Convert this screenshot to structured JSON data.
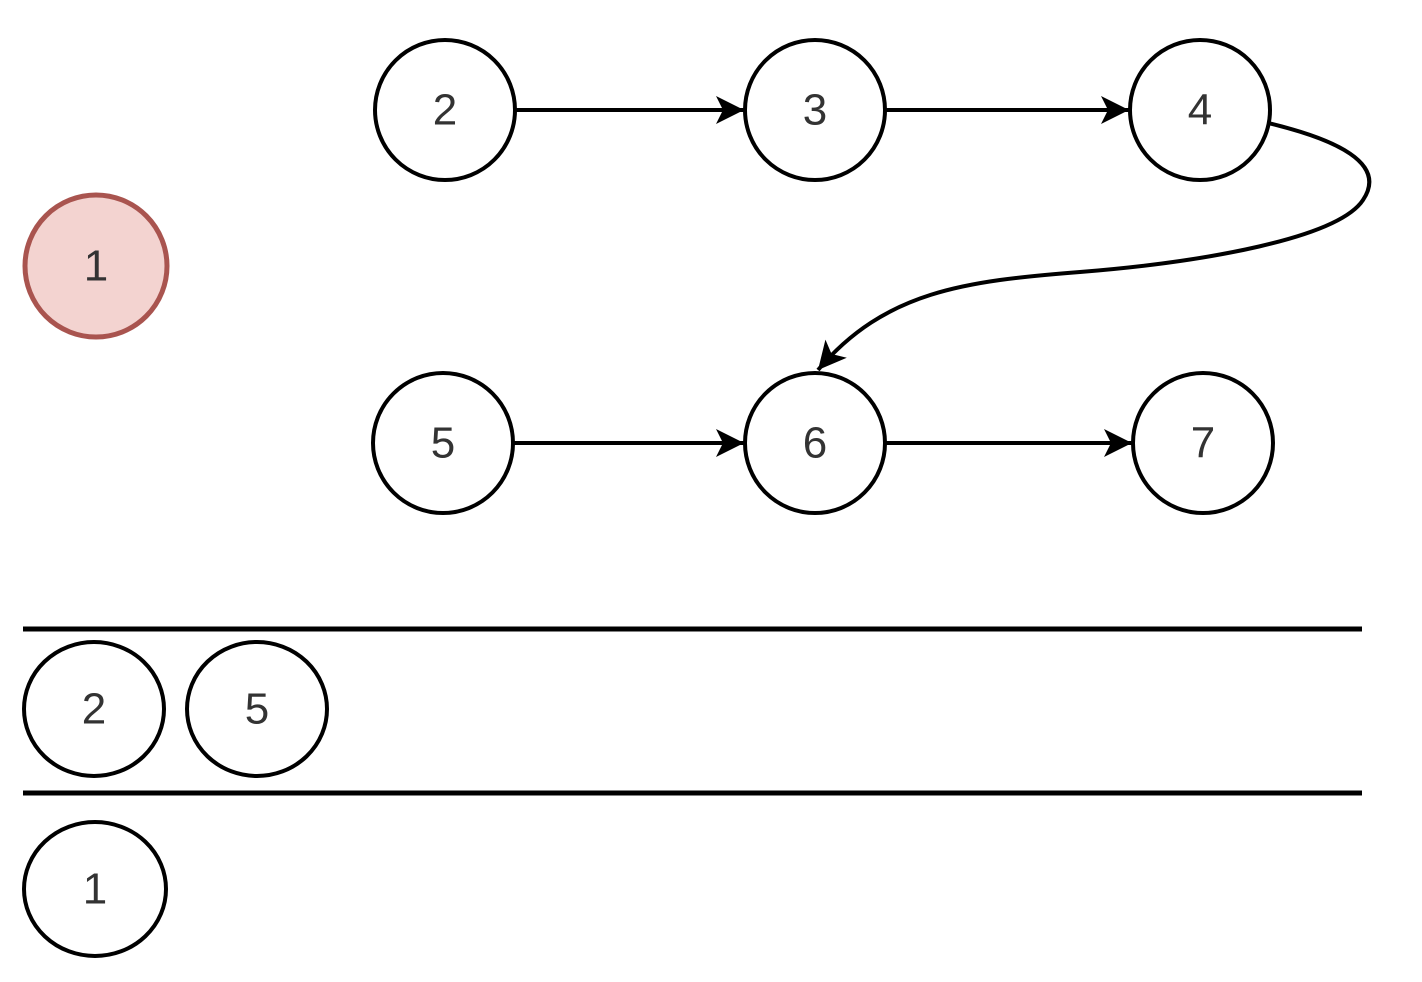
{
  "graph": {
    "nodes": [
      {
        "label": "1",
        "highlighted": true
      },
      {
        "label": "2",
        "highlighted": false
      },
      {
        "label": "3",
        "highlighted": false
      },
      {
        "label": "4",
        "highlighted": false
      },
      {
        "label": "5",
        "highlighted": false
      },
      {
        "label": "6",
        "highlighted": false
      },
      {
        "label": "7",
        "highlighted": false
      }
    ],
    "edges": [
      {
        "from": "2",
        "to": "3"
      },
      {
        "from": "3",
        "to": "4"
      },
      {
        "from": "4",
        "to": "6"
      },
      {
        "from": "5",
        "to": "6"
      },
      {
        "from": "6",
        "to": "7"
      }
    ]
  },
  "queue": {
    "items": [
      "2",
      "5"
    ]
  },
  "visited": {
    "items": [
      "1"
    ]
  },
  "colors": {
    "node_fill": "#ffffff",
    "node_stroke": "#000000",
    "highlight_fill": "#f3d3d0",
    "highlight_stroke": "#a9544f",
    "label": "#333333",
    "edge": "#000000"
  }
}
